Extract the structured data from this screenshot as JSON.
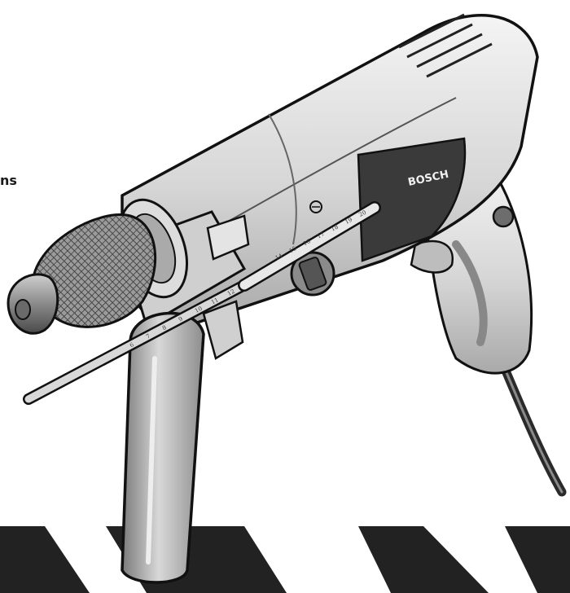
{
  "page": {
    "cut_off_text": "ns"
  },
  "drill": {
    "brand": "BOSCH",
    "depth_scale_rod": [
      "6",
      "7",
      "8",
      "9",
      "10",
      "11",
      "12"
    ],
    "depth_scale_upper": [
      "14",
      "15",
      "16",
      "17",
      "18",
      "19",
      "20"
    ]
  },
  "colors": {
    "ink": "#111111",
    "body_light": "#e6e6e6",
    "body_mid": "#bdbdbd",
    "body_dark": "#3a3a3a",
    "stripe": "#222222"
  }
}
